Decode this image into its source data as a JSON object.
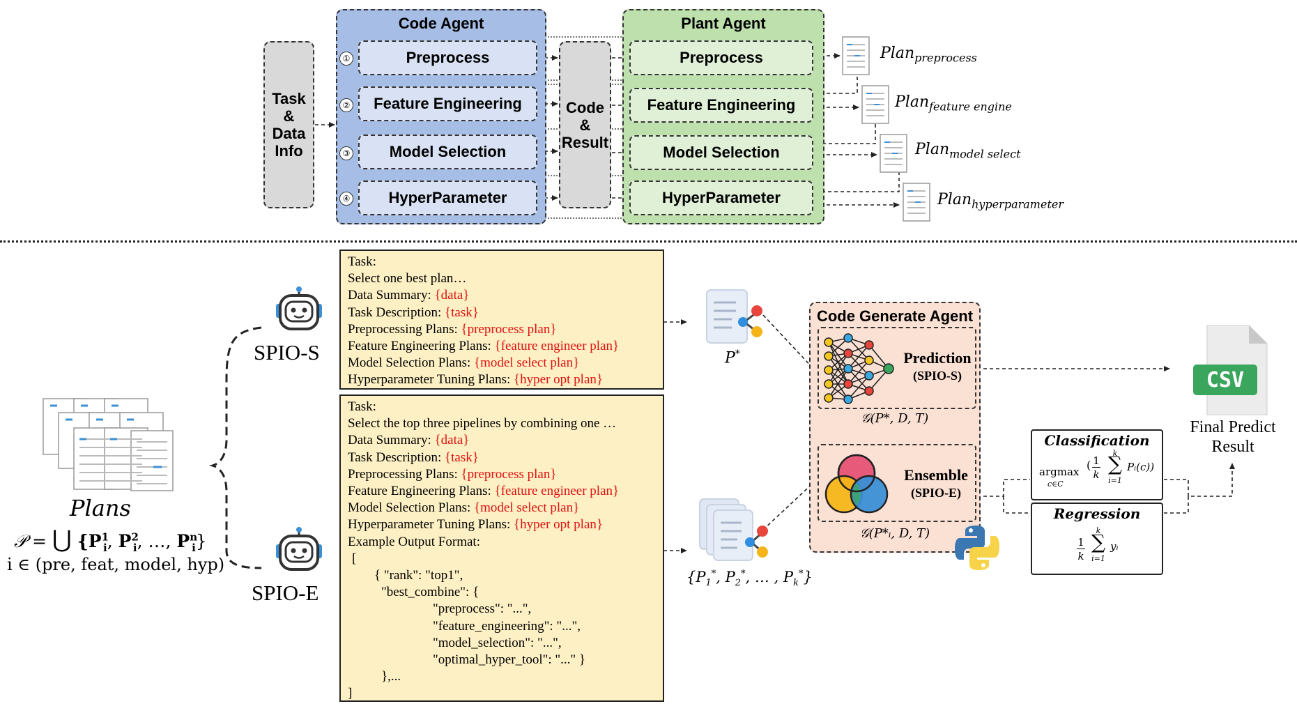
{
  "top": {
    "task_info": [
      "Task",
      "&",
      "Data",
      "Info"
    ],
    "code_agent_title": "Code Agent",
    "plant_agent_title": "Plant Agent",
    "code_result": [
      "Code",
      "&",
      "Result"
    ],
    "steps": [
      "Preprocess",
      "Feature Engineering",
      "Model Selection",
      "HyperParameter"
    ],
    "step_numbers": [
      "①",
      "②",
      "③",
      "④"
    ],
    "plan_word": "Plan",
    "plan_subscripts": [
      "preprocess",
      "feature engine",
      "model select",
      "hyperparameter"
    ]
  },
  "plans": {
    "title": "Plans",
    "formula_lhs": "𝒫 =",
    "union": "⋃",
    "formula_set": "{P",
    "formula_p1": "1",
    "formula_p2": "2",
    "formula_pn": "n",
    "formula_i": "i",
    "formula_sep": ", ",
    "formula_dots": "…",
    "formula_close": "}",
    "index_line": "i ∈ (pre, feat, model, hyp)"
  },
  "spio_s": "SPIO-S",
  "spio_e": "SPIO-E",
  "prompt_s": {
    "lines": [
      {
        "text": "Task:",
        "red": ""
      },
      {
        "text": "Select one best plan…",
        "red": ""
      },
      {
        "text": "Data Summary: ",
        "red": "{data}"
      },
      {
        "text": "Task Description: ",
        "red": "{task}"
      },
      {
        "text": "Preprocessing Plans: ",
        "red": "{preprocess plan}"
      },
      {
        "text": "Feature Engineering Plans: ",
        "red": "{feature engineer plan}"
      },
      {
        "text": "Model Selection Plans: ",
        "red": "{model select plan}"
      },
      {
        "text": "Hyperparameter Tuning Plans: ",
        "red": "{hyper opt plan}"
      }
    ]
  },
  "prompt_e": {
    "lines": [
      {
        "text": "Task:",
        "red": "",
        "indent": 0
      },
      {
        "text": "Select the top three pipelines by combining one …",
        "red": "",
        "indent": 0
      },
      {
        "text": "Data Summary: ",
        "red": "{data}",
        "indent": 0
      },
      {
        "text": "Task Description: ",
        "red": "{task}",
        "indent": 0
      },
      {
        "text": "Preprocessing Plans: ",
        "red": "{preprocess plan}",
        "indent": 0
      },
      {
        "text": "Feature Engineering Plans: ",
        "red": "{feature engineer plan}",
        "indent": 0
      },
      {
        "text": "Model Selection Plans: ",
        "red": "{model select plan}",
        "indent": 0
      },
      {
        "text": "Hyperparameter Tuning Plans: ",
        "red": "{hyper opt plan}",
        "indent": 0
      },
      {
        "text": "Example Output Format:",
        "red": "",
        "indent": 0
      },
      {
        "text": "[",
        "red": "",
        "indent": 6
      },
      {
        "text": "{ \"rank\": \"top1\",",
        "red": "",
        "indent": 38
      },
      {
        "text": "\"best_combine\": {",
        "red": "",
        "indent": 48
      },
      {
        "text": "\"preprocess\": \"...\",",
        "red": "",
        "indent": 122
      },
      {
        "text": "\"feature_engineering\": \"...\",",
        "red": "",
        "indent": 122
      },
      {
        "text": "\"model_selection\": \"...\",",
        "red": "",
        "indent": 122
      },
      {
        "text": "\"optimal_hyper_tool\": \"...\" }",
        "red": "",
        "indent": 122
      },
      {
        "text": "},...",
        "red": "",
        "indent": 48
      },
      {
        "text": "]",
        "red": "",
        "indent": 0
      }
    ]
  },
  "p_star": "P",
  "p_star_sup": "*",
  "p_set": "{P",
  "p_set_parts": [
    "1",
    "2",
    "k"
  ],
  "cga": {
    "title": "Code Generate Agent",
    "prediction": "Prediction",
    "prediction_sub": "(SPIO-S)",
    "prediction_formula": "𝒢(P*, D, T)",
    "ensemble": "Ensemble",
    "ensemble_sub": "(SPIO-E)",
    "ensemble_formula": "𝒢(P*ᵢ, D, T)"
  },
  "classification": {
    "title": "Classification",
    "argmax": "argmax",
    "argmax_sub": "c∈C",
    "frac_num": "1",
    "frac_den": "k",
    "sum_top": "k",
    "sum_bot": "i=1",
    "term": "Pᵢ(c))"
  },
  "regression": {
    "title": "Regression",
    "frac_num": "1",
    "frac_den": "k",
    "sum_top": "k",
    "sum_bot": "i=1",
    "term": "yᵢ"
  },
  "csv_label": "CSV",
  "final_result": [
    "Final Predict",
    "Result"
  ],
  "colors": {
    "code_agent": "#a6bde5",
    "plant_agent": "#bde0ad",
    "prompt_bg": "#fdf0c4",
    "red": "#e01010",
    "cga_bg": "#fbe0d4",
    "csv_green": "#3aa55d"
  },
  "icons": [
    "document-icon",
    "robot-icon",
    "share-document-icon",
    "neural-network-icon",
    "venn-diagram-icon",
    "python-logo-icon",
    "csv-file-icon"
  ]
}
